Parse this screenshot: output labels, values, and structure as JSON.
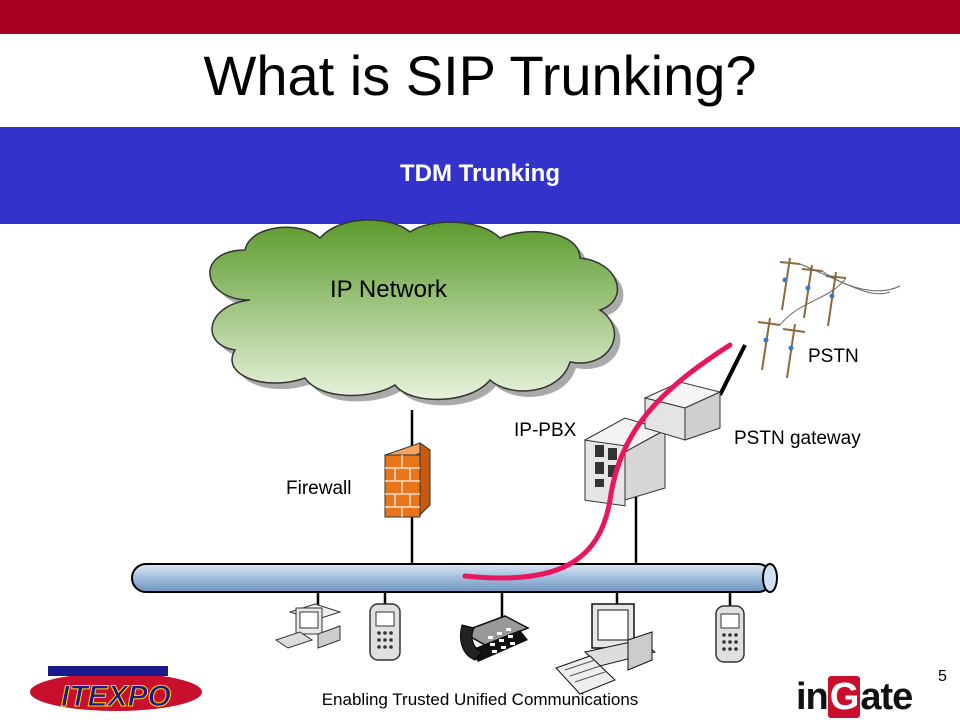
{
  "title": "What is SIP Trunking?",
  "band_label": "TDM Trunking",
  "diagram": {
    "ip_network_label": "IP Network",
    "firewall_label": "Firewall",
    "ip_pbx_label": "IP-PBX",
    "pstn_gateway_label": "PSTN gateway",
    "pstn_label": "PSTN"
  },
  "footer": {
    "tagline": "Enabling Trusted Unified Communications",
    "page_number": "5",
    "logo_ingate": "ingate",
    "logo_itexpo": "ITEXPO"
  },
  "colors": {
    "top_bar": "#a50021",
    "band": "#3333cc",
    "cloud": "#8fbf5a",
    "backbone": "#a9c4e0",
    "call_path": "#e8175d",
    "firewall": "#e8741c"
  }
}
